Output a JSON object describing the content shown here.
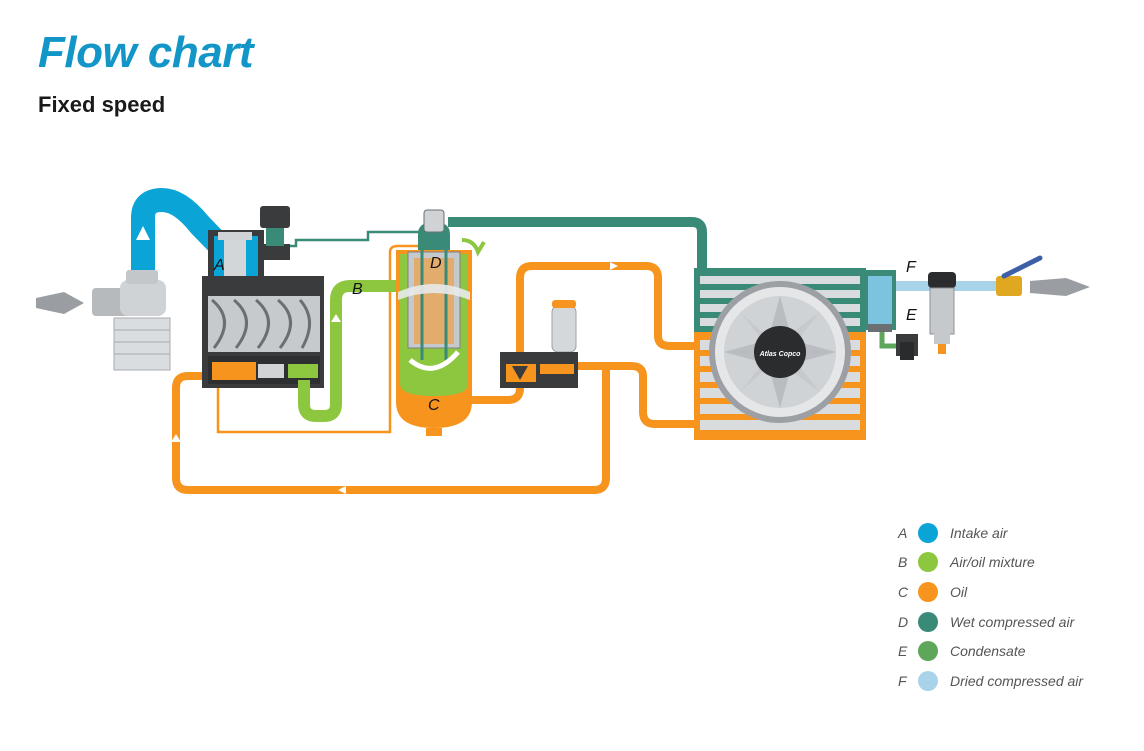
{
  "title": "Flow chart",
  "subtitle": "Fixed speed",
  "diagram_labels": {
    "A": "A",
    "B": "B",
    "C": "C",
    "D": "D",
    "E": "E",
    "F": "F"
  },
  "brand_logo_text": "Atlas Copco",
  "legend": [
    {
      "letter": "A",
      "label": "Intake air",
      "color": "#0ba4d6"
    },
    {
      "letter": "B",
      "label": "Air/oil mixture",
      "color": "#8dc63f"
    },
    {
      "letter": "C",
      "label": "Oil",
      "color": "#f7941d"
    },
    {
      "letter": "D",
      "label": "Wet compressed air",
      "color": "#3a8a78"
    },
    {
      "letter": "E",
      "label": "Condensate",
      "color": "#5ea75a"
    },
    {
      "letter": "F",
      "label": "Dried compressed air",
      "color": "#a9d3e8"
    }
  ],
  "colors": {
    "title": "#1296c8",
    "intake": "#0ba4d6",
    "mixture": "#8dc63f",
    "oil": "#f7941d",
    "wet_air": "#3a8a78",
    "condensate": "#5ea75a",
    "dried_air": "#a9d3e8"
  }
}
